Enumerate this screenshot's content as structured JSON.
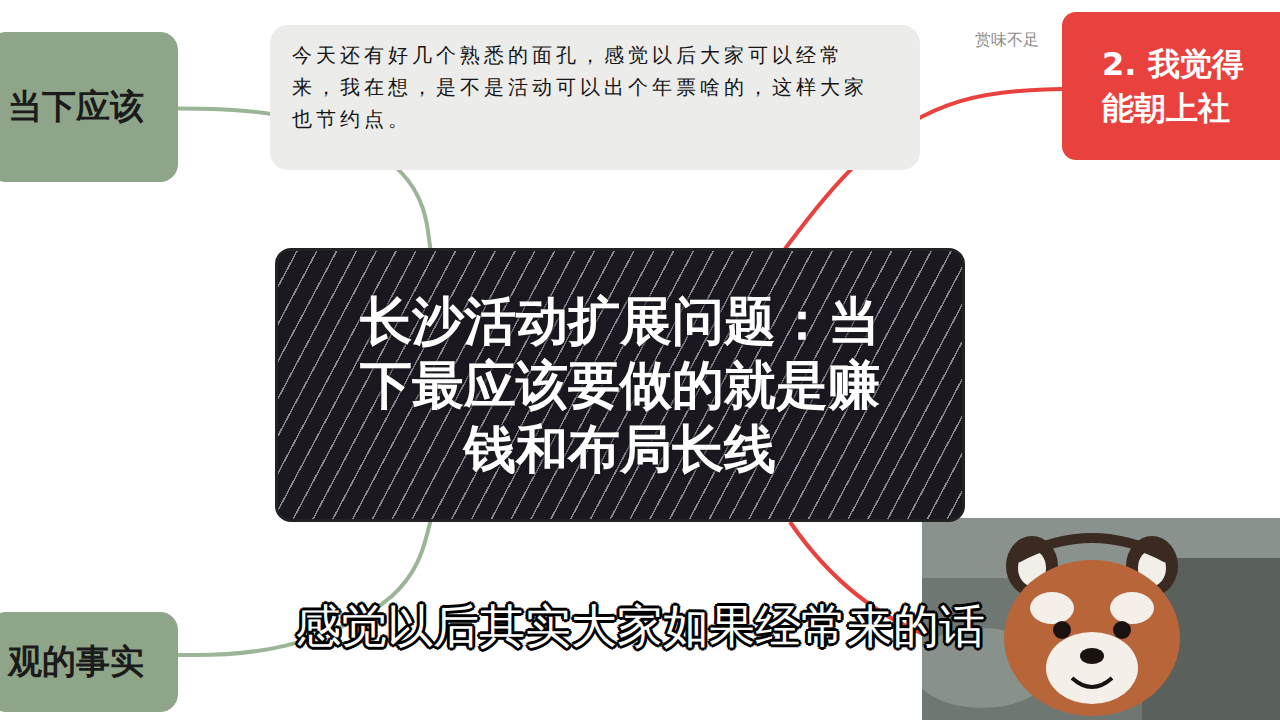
{
  "diagram": {
    "nodes": [
      {
        "text": [
          "长沙活动扩展问题：当下最应该要做的就是赚钱和布局长线"
        ]
      },
      {
        "text": [
          "当下应该"
        ]
      },
      {
        "text": [
          "今天还有好几个熟悉的面孔，感觉以后大家可以经常来，我在想，是不是活动可以出个年票啥的，这样大家也节约点。"
        ]
      },
      {
        "text": [
          "2. 我觉得能朝上社"
        ]
      },
      {
        "text": [
          "观的事实"
        ]
      }
    ],
    "edges": [
      {
        "from": 0,
        "to": 1,
        "arrow": "none"
      },
      {
        "from": 0,
        "to": 3,
        "arrow": "none"
      },
      {
        "from": 0,
        "to": 4,
        "arrow": "none"
      }
    ],
    "labels": [
      "赏味不足",
      "感觉以后其实大家如果经常来的话"
    ]
  }
}
